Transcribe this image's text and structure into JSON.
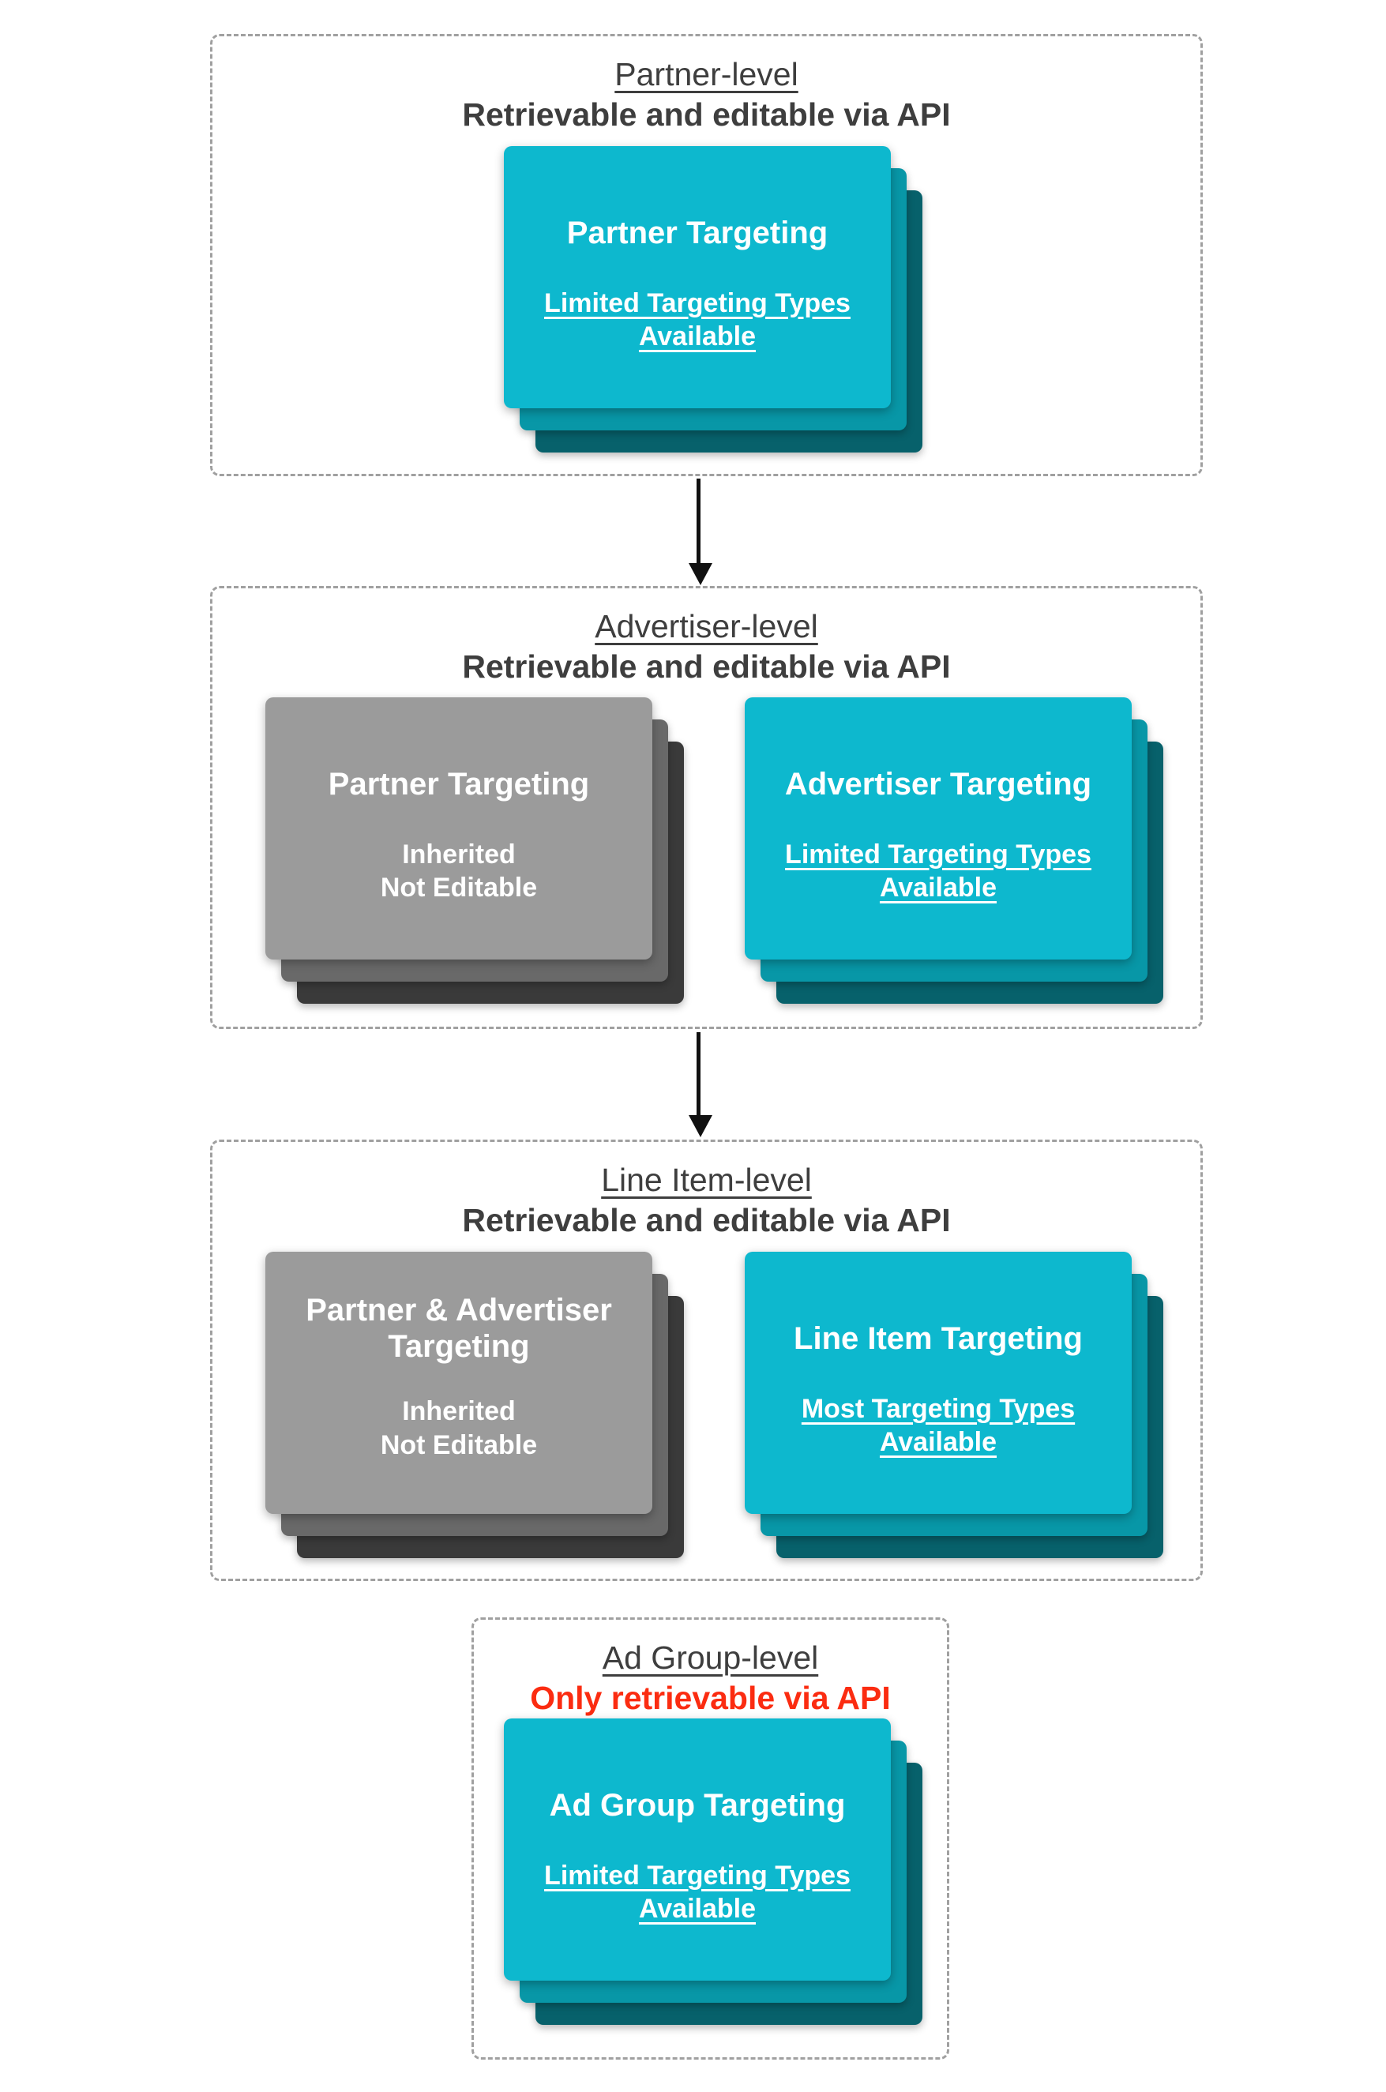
{
  "colors": {
    "card_cyan_front": "#0db8ce",
    "card_cyan_mid": "#0897a7",
    "card_cyan_back": "#07616b",
    "card_gray_front": "#9b9b9b",
    "card_gray_mid": "#696969",
    "card_gray_back": "#3a3a3a",
    "heading_text": "#3e3e3e",
    "alert_red": "#fb2c11",
    "card_text": "#ffffff",
    "dashed_border": "#a0a0a0",
    "arrow": "#111111"
  },
  "sections": [
    {
      "title": "Partner-level",
      "subtitle": "Retrievable and editable via API",
      "cards": [
        {
          "title_lines": [
            "Partner Targeting"
          ],
          "subtitle_lines": [
            "Limited Targeting Types",
            "Available"
          ]
        }
      ]
    },
    {
      "title": "Advertiser-level",
      "subtitle": "Retrievable and editable via API",
      "cards": [
        {
          "title_lines": [
            "Partner Targeting"
          ],
          "subtitle_lines": [
            "Inherited",
            "Not Editable"
          ]
        },
        {
          "title_lines": [
            "Advertiser Targeting"
          ],
          "subtitle_lines": [
            "Limited Targeting Types",
            "Available"
          ]
        }
      ]
    },
    {
      "title": "Line Item-level",
      "subtitle": "Retrievable and editable via API",
      "cards": [
        {
          "title_lines": [
            "Partner & Advertiser",
            "Targeting"
          ],
          "subtitle_lines": [
            "Inherited",
            "Not Editable"
          ]
        },
        {
          "title_lines": [
            "Line Item Targeting"
          ],
          "subtitle_lines": [
            "Most Targeting Types",
            "Available"
          ]
        }
      ]
    },
    {
      "title": "Ad Group-level",
      "subtitle": "Only retrievable via API",
      "cards": [
        {
          "title_lines": [
            "Ad Group Targeting"
          ],
          "subtitle_lines": [
            "Limited Targeting Types",
            "Available"
          ]
        }
      ]
    }
  ]
}
